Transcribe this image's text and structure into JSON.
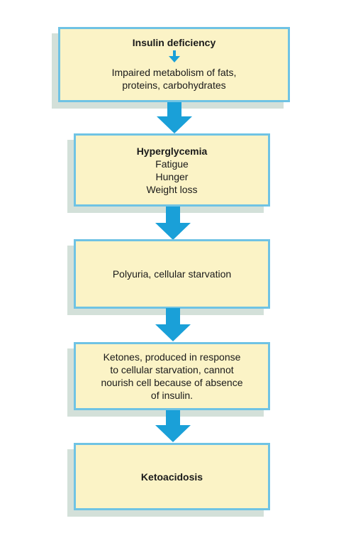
{
  "colors": {
    "box_fill": "#fbf3c6",
    "box_border": "#6fc3e4",
    "shadow": "#d3e0d9",
    "arrow": "#1aa0d8"
  },
  "boxes": [
    {
      "title": "Insulin deficiency",
      "lines": [
        "Impaired metabolism of fats,",
        "proteins, carbohydrates"
      ]
    },
    {
      "title": "Hyperglycemia",
      "lines": [
        "Fatigue",
        "Hunger",
        "Weight loss"
      ]
    },
    {
      "lines": [
        "Polyuria, cellular starvation"
      ]
    },
    {
      "lines": [
        "Ketones, produced in response",
        "to cellular starvation, cannot",
        "nourish cell because of absence",
        "of insulin."
      ]
    },
    {
      "title": "Ketoacidosis"
    }
  ]
}
